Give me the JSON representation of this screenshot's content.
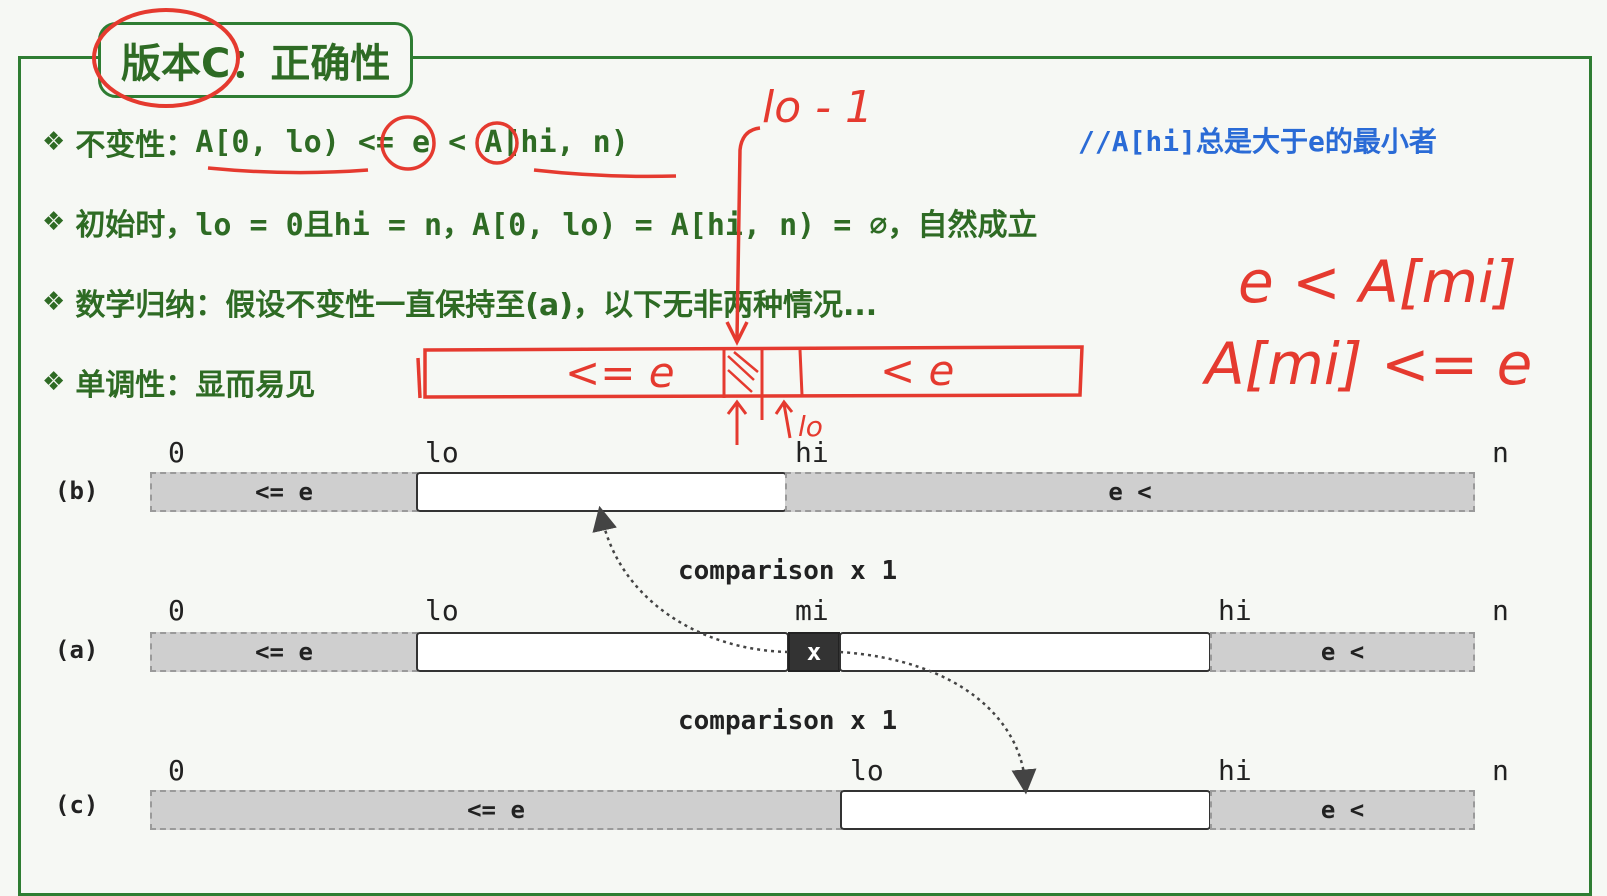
{
  "title": {
    "prefix": "版本C",
    "rest": "：正确性"
  },
  "bullets": {
    "b1": {
      "label": "不变性：",
      "expr": "A[0, lo) <= e < A[hi, n)"
    },
    "b2": {
      "label": "初始时，",
      "expr": "lo = 0且hi = n，A[0, lo) = A[hi, n) = ∅，自然成立"
    },
    "b3": {
      "label": "数学归纳：",
      "text": "假设不变性一直保持至(a)，以下无非两种情况..."
    },
    "b4": {
      "label": "单调性：",
      "text": "显而易见"
    }
  },
  "comment": "//A[hi]总是大于e的最小者",
  "diagram": {
    "rows": {
      "b": {
        "label": "(b)",
        "left": "<= e",
        "right": "e <",
        "idx0": "0",
        "idx_lo": "lo",
        "idx_hi": "hi",
        "idx_n": "n"
      },
      "a": {
        "label": "(a)",
        "left": "<= e",
        "right": "e <",
        "mid": "x",
        "idx0": "0",
        "idx_lo": "lo",
        "idx_mi": "mi",
        "idx_hi": "hi",
        "idx_n": "n"
      },
      "c": {
        "label": "(c)",
        "left": "<= e",
        "right": "e <",
        "idx0": "0",
        "idx_lo": "lo",
        "idx_hi": "hi",
        "idx_n": "n"
      }
    },
    "comparison_1": "comparison x 1",
    "comparison_2": "comparison x 1"
  },
  "handwriting": {
    "lo_minus_1": "lo - 1",
    "e_lt_ami": "e < A[mi]",
    "ami_le_e": "A[mi] <= e",
    "bar_left": "<= e",
    "bar_right": "< e",
    "lo_mark": "lo"
  },
  "colors": {
    "green": "#2e7d32",
    "blue": "#2a6bd6",
    "red": "#e53a2f"
  }
}
